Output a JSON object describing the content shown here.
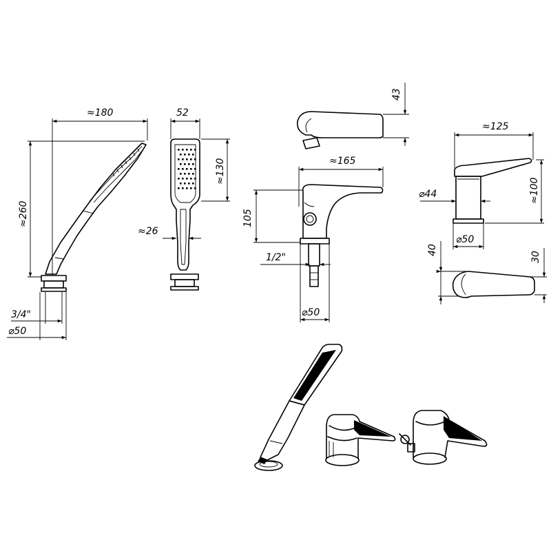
{
  "hand_shower": {
    "height": "≈260",
    "length": "≈180",
    "thread": "3/4\"",
    "base_diameter": "⌀50"
  },
  "shower_head": {
    "width": "52",
    "head_length": "≈130",
    "handle_width": "≈26"
  },
  "spout": {
    "top_height": "43",
    "length": "≈165",
    "height": "105",
    "thread": "1/2\"",
    "base_diameter": "⌀50"
  },
  "mixer": {
    "lever_length": "≈125",
    "body_diameter": "⌀44",
    "height": "≈100",
    "base_diameter": "⌀50",
    "side_height": "40",
    "lever_height": "30"
  }
}
